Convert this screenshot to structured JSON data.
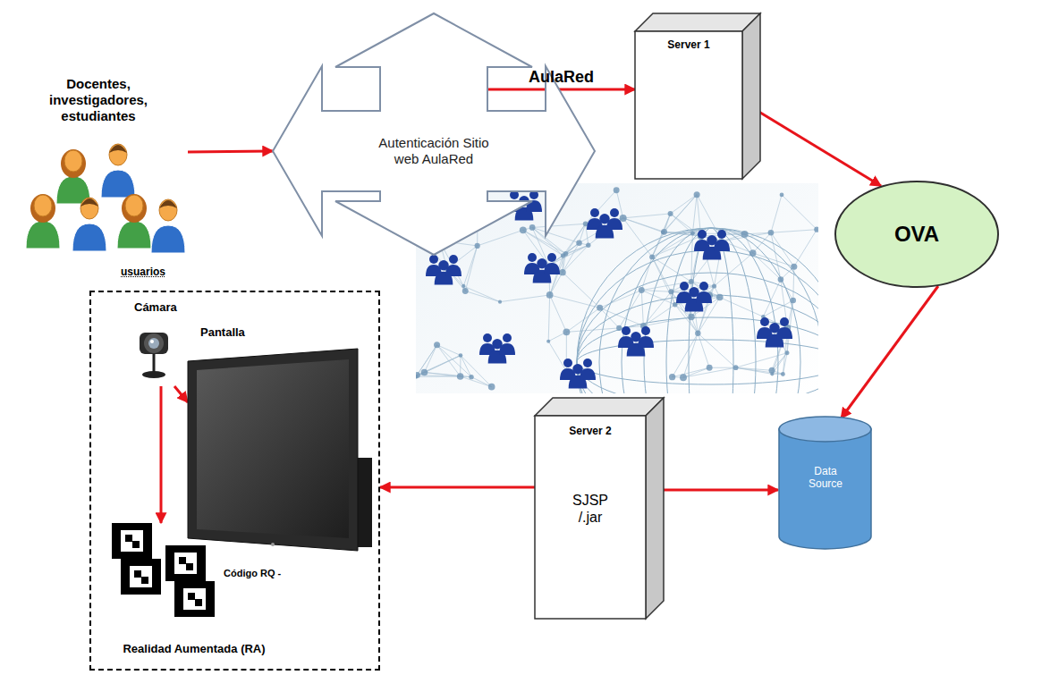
{
  "diagram": {
    "nodes": [
      {
        "text": [
          "Docentes, investigadores, estudiantes",
          "usuarios"
        ]
      },
      {
        "text": [
          "Autenticación Sitio web AulaRed"
        ]
      },
      {
        "text": [
          "Server 1"
        ]
      },
      {
        "text": [
          "OVA"
        ]
      },
      {
        "text": [
          "Realidad Aumentada (RA)"
        ]
      },
      {
        "text": [
          "Cámara"
        ],
        "in": 4
      },
      {
        "text": [
          "Pantalla"
        ],
        "in": 4
      },
      {
        "text": [
          "Código RQ -"
        ],
        "in": 4
      },
      {
        "text": [
          "Server 2",
          "SJSP /.jar"
        ]
      },
      {
        "text": [
          "Data Source"
        ]
      }
    ],
    "edges": [
      {
        "from": 0,
        "to": 1,
        "arrow": "to"
      },
      {
        "from": 1,
        "to": 2,
        "label": "AulaRed",
        "arrow": "to"
      },
      {
        "from": 2,
        "to": 3,
        "arrow": "to"
      },
      {
        "from": 3,
        "to": 9,
        "arrow": "to"
      },
      {
        "from": 8,
        "to": 4,
        "arrow": "to"
      },
      {
        "from": 8,
        "to": 9,
        "arrow": "to"
      },
      {
        "from": 5,
        "to": 6,
        "arrow": "to"
      },
      {
        "from": 5,
        "to": 7,
        "arrow": "to"
      }
    ]
  }
}
